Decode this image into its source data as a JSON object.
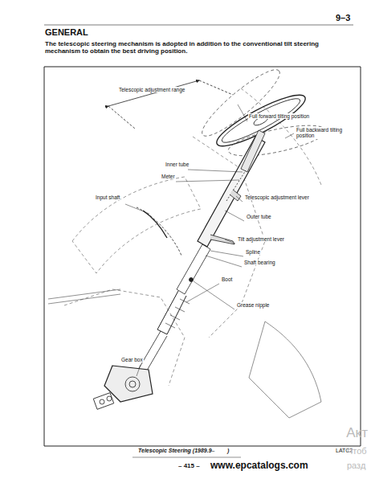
{
  "diagram": {
    "title": "GENERAL",
    "labels": [
      "9–3",
      "The telescopic steering mechanism is adopted in addition to the conventional tilt steering mechanism to obtain the best driving position.",
      "Telescopic adjustment range",
      "Full forward tilting position",
      "Full backward tilting position",
      "Inner tube",
      "Meter",
      "Telescopic adjustment lever",
      "Input shaft",
      "Outer tube",
      "Tilt adjustment lever",
      "Spline",
      "Shaft bearing",
      "Boot",
      "Grease nipple",
      "Gear box",
      "Telescopic Steering (1989.9–",
      ")",
      "LATC2",
      "– 415 –",
      "www.epcatalogs.com",
      "Акт",
      "Чтоб",
      "разд"
    ]
  }
}
